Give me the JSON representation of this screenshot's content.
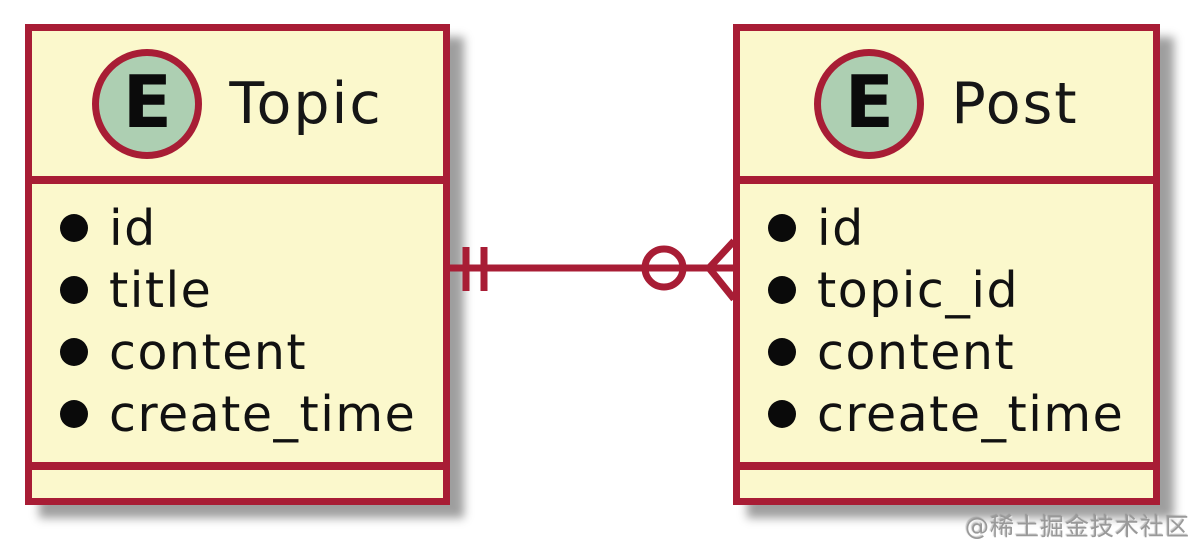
{
  "colors": {
    "canvas_bg": "#FFFFFF",
    "entity_fill": "#FBF8CC",
    "entity_border": "#A81D35",
    "circle_fill": "#ADCFB2",
    "field_text": "#111111",
    "bullet": "#0A0A0A",
    "watermark": "#999999"
  },
  "entities": [
    {
      "name": "Topic",
      "stereotype": "E",
      "fields": [
        "id",
        "title",
        "content",
        "create_time"
      ]
    },
    {
      "name": "Post",
      "stereotype": "E",
      "fields": [
        "id",
        "topic_id",
        "content",
        "create_time"
      ]
    }
  ],
  "relationship": {
    "from_entity": "Topic",
    "to_entity": "Post",
    "from_notation": "exactly-one",
    "to_notation": "zero-or-many"
  },
  "watermark": {
    "text": "@稀土掘金技术社区"
  }
}
